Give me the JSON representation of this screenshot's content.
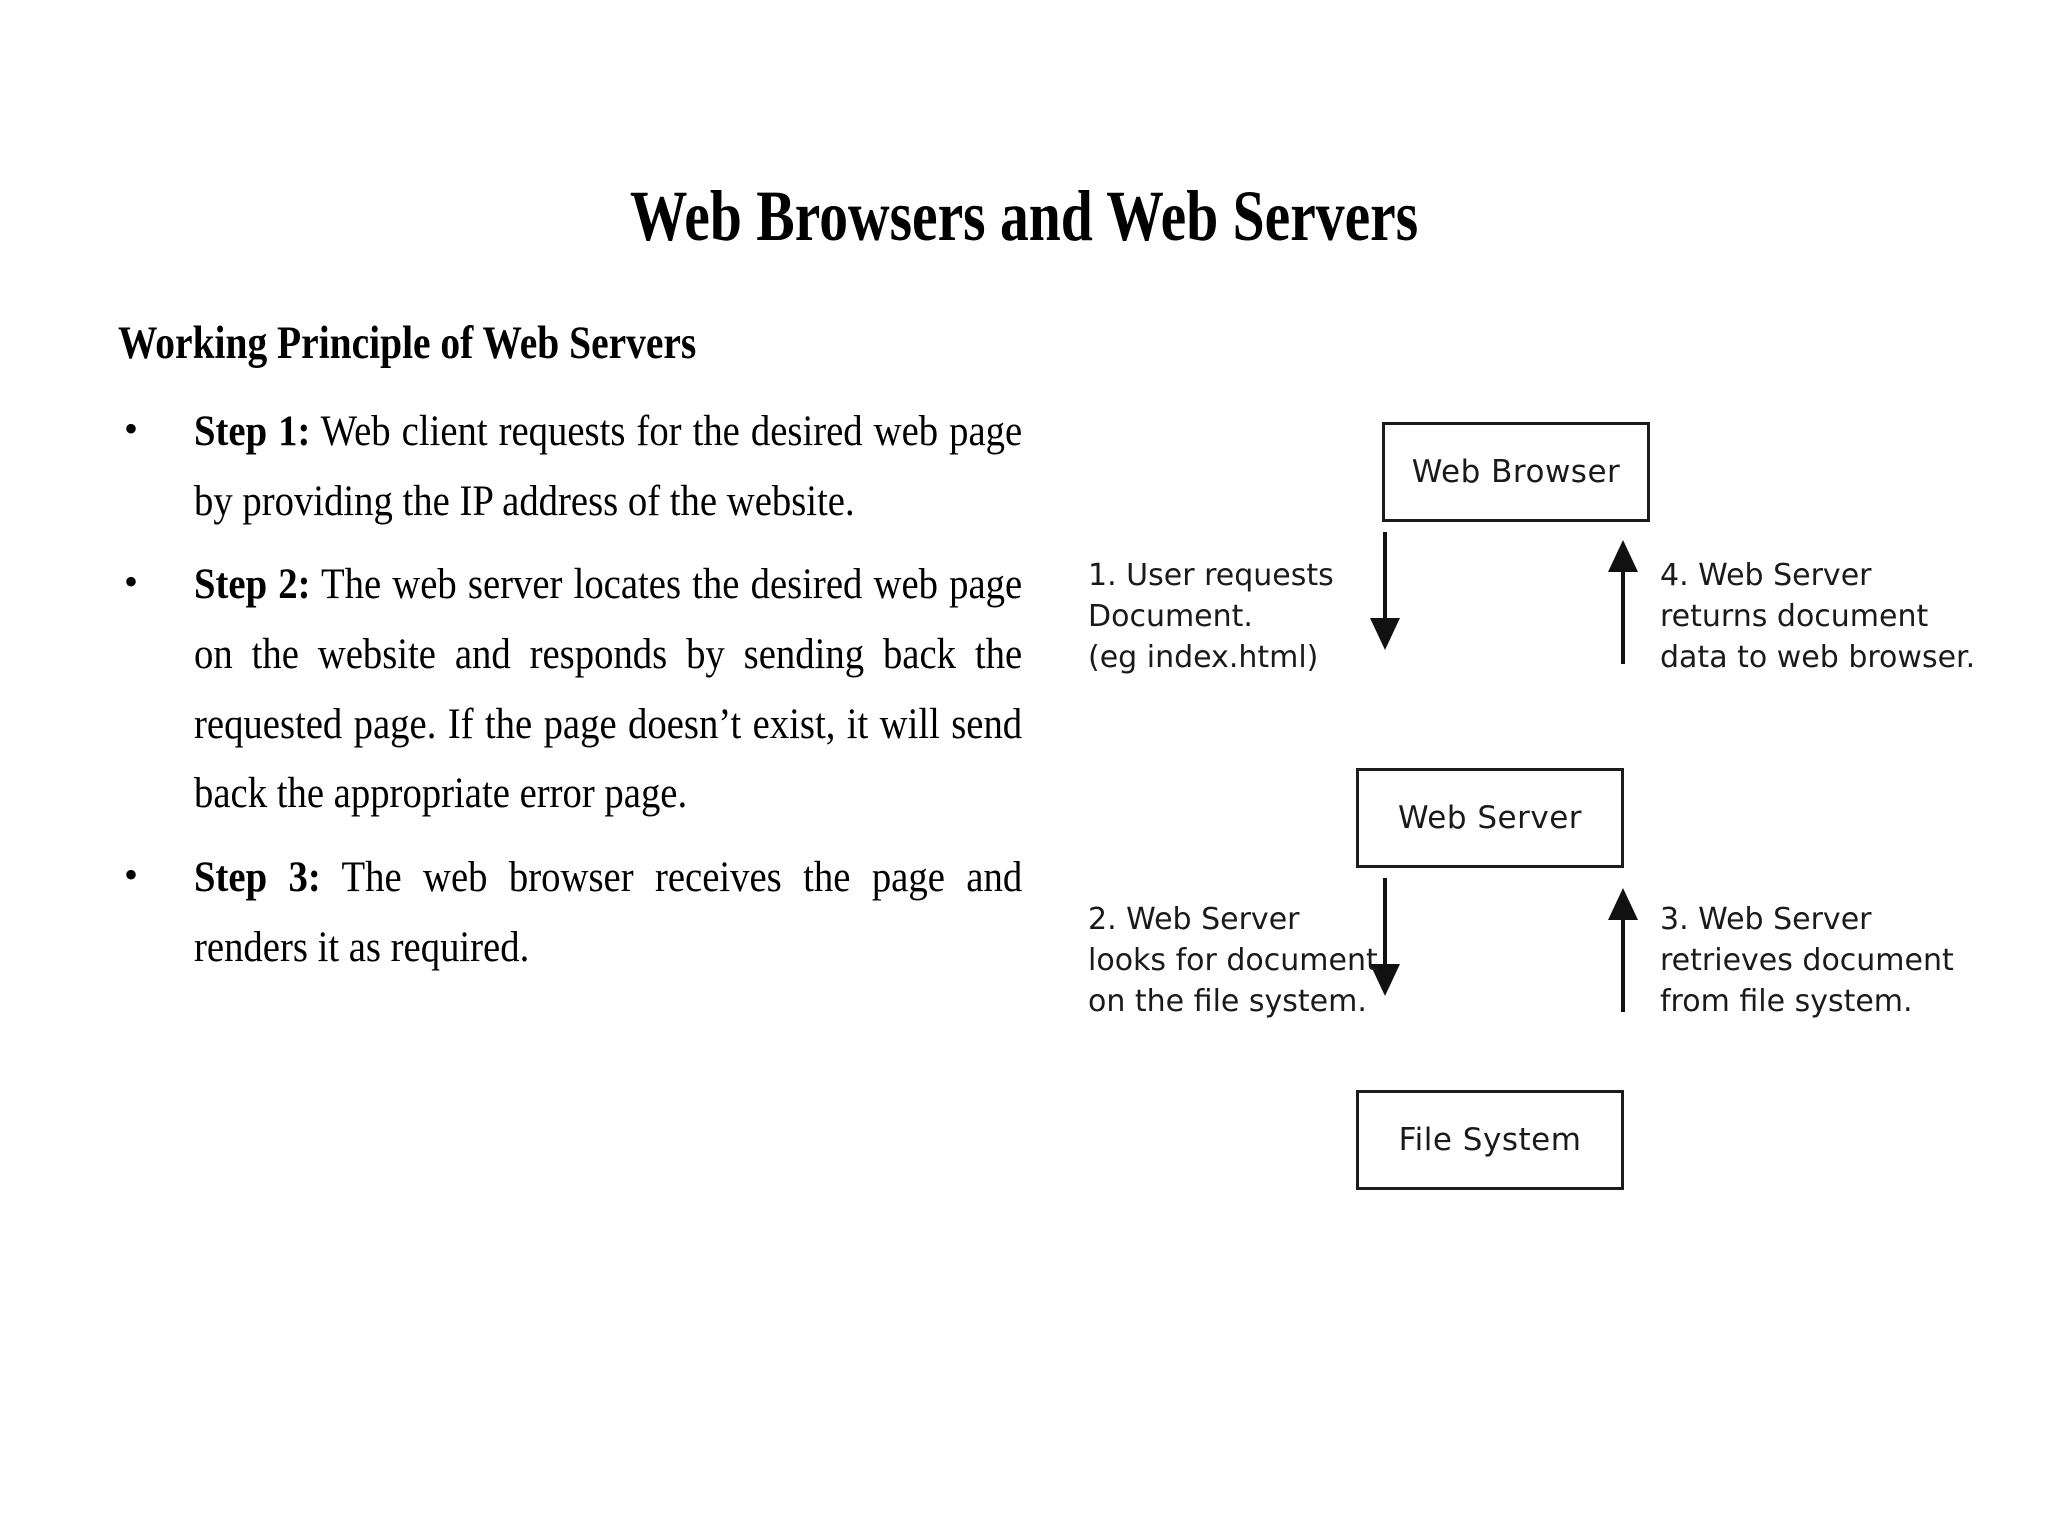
{
  "slide": {
    "title": "Web Browsers and Web Servers",
    "subheading": "Working Principle of Web Servers"
  },
  "bullets": [
    {
      "marker": "•",
      "label": "Step 1:",
      "text": " Web client requests for the desired web page by providing the IP address of the website."
    },
    {
      "marker": "•",
      "label": "Step 2:",
      "text": " The web server locates the desired web page on the website and responds by sending back the requested page. If the page doesn’t exist, it will send back the appropriate error page."
    },
    {
      "marker": "•",
      "label": "Step 3:",
      "text": " The web browser receives the page and renders it as required."
    }
  ],
  "diagram": {
    "nodes": {
      "web_browser": "Web Browser",
      "web_server": "Web Server",
      "file_system": "File System"
    },
    "notes": {
      "step1": "1. User requests\nDocument.\n(eg index.html)",
      "step2": "2. Web Server\nlooks for document\non the file system.",
      "step3": "3. Web Server\nretrieves document\nfrom file system.",
      "step4": "4. Web Server\nreturns document\ndata to web browser."
    },
    "colors": {
      "box_border": "#1c1c1c",
      "arrow": "#111111",
      "text": "#1a1a1a"
    }
  }
}
